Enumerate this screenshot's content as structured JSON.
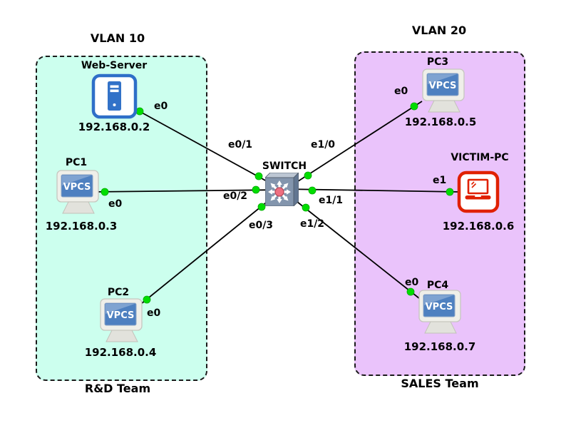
{
  "groups": {
    "vlan10": {
      "title": "VLAN 10",
      "team": "R&D Team",
      "fill": "#ccffee"
    },
    "vlan20": {
      "title": "VLAN 20",
      "team": "SALES Team",
      "fill": "#eac3fb"
    }
  },
  "switch": {
    "name": "SWITCH",
    "ports": {
      "e01": "e0/1",
      "e02": "e0/2",
      "e03": "e0/3",
      "e10": "e1/0",
      "e11": "e1/1",
      "e12": "e1/2"
    }
  },
  "devices": {
    "web_server": {
      "name": "Web-Server",
      "ip": "192.168.0.2",
      "port": "e0"
    },
    "pc1": {
      "name": "PC1",
      "ip": "192.168.0.3",
      "port": "e0",
      "screen_text": "VPCS"
    },
    "pc2": {
      "name": "PC2",
      "ip": "192.168.0.4",
      "port": "e0",
      "screen_text": "VPCS"
    },
    "pc3": {
      "name": "PC3",
      "ip": "192.168.0.5",
      "port": "e0",
      "screen_text": "VPCS"
    },
    "victim_pc": {
      "name": "VICTIM-PC",
      "ip": "192.168.0.6",
      "port": "e1"
    },
    "pc4": {
      "name": "PC4",
      "ip": "192.168.0.7",
      "port": "e0",
      "screen_text": "VPCS"
    }
  },
  "colors": {
    "link_up_dot": "#00dd00",
    "link_line": "#000000",
    "server_accent": "#2e6fc8",
    "victim_accent": "#e02000",
    "vlan10_fill": "#ccffee",
    "vlan20_fill": "#eac3fb"
  }
}
